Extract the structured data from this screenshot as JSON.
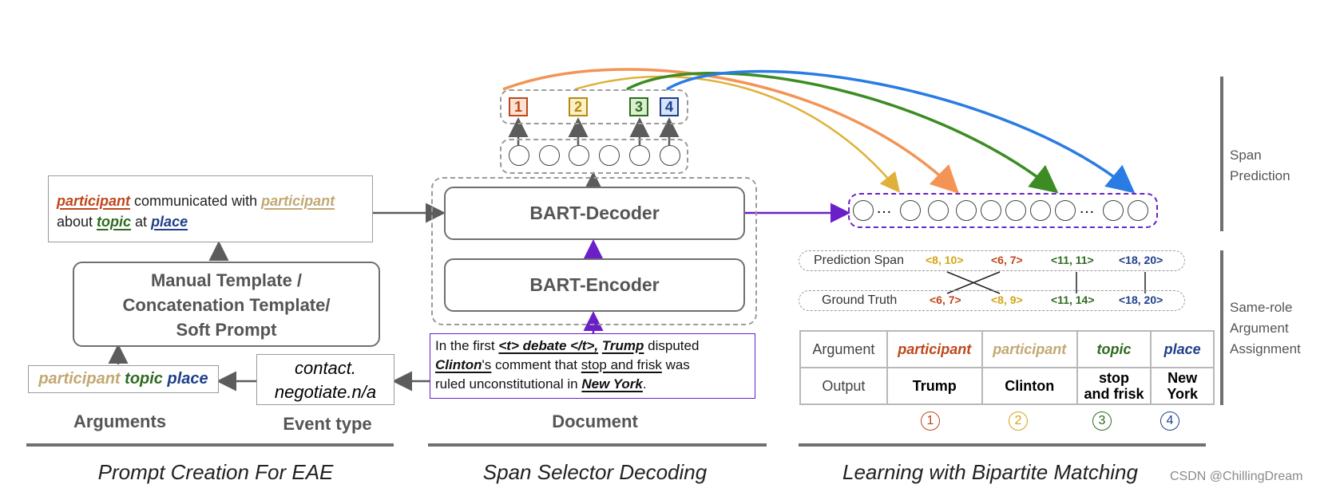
{
  "prompt": {
    "template_words": [
      {
        "text": "participant",
        "style": "orange-ul"
      },
      {
        "text": " communicated with ",
        "style": "plain"
      },
      {
        "text": "participant",
        "style": "tan-ul"
      }
    ],
    "template_line2": [
      {
        "text": "about ",
        "style": "plain"
      },
      {
        "text": "topic",
        "style": "green-ul"
      },
      {
        "text": " at ",
        "style": "plain"
      },
      {
        "text": "place",
        "style": "blue-ul"
      }
    ],
    "template_type_line1": "Manual Template /",
    "template_type_line2": "Concatenation Template/",
    "template_type_line3": "Soft Prompt",
    "arguments": {
      "participant": "participant",
      "topic": "topic",
      "place": "place"
    },
    "event_type_line1": "contact.",
    "event_type_line2": "negotiate.n/a",
    "label_arguments": "Arguments",
    "label_event_type": "Event type",
    "section_title": "Prompt Creation For EAE"
  },
  "decoder": {
    "decoder_label": "BART-Decoder",
    "encoder_label": "BART-Encoder",
    "document": {
      "p1": "In the first ",
      "p2": "<t> debate </t>,",
      "p3": " ",
      "p4": "Trump",
      "p5": " disputed",
      "p6": "Clinton",
      "p7": "'s",
      "p8": " comment that ",
      "p9": "stop and frisk",
      "p10": " was",
      "p11": "ruled unconstitutional  in ",
      "p12": "New York",
      "p13": "."
    },
    "label_document": "Document",
    "section_title": "Span Selector Decoding",
    "slot_numbers": [
      "1",
      "2",
      "3",
      "4"
    ]
  },
  "matching": {
    "span_prediction_line1": "Span",
    "span_prediction_line2": "Prediction",
    "prediction_span_label": "Prediction Span",
    "prediction_spans": [
      "<8, 10>",
      "<6, 7>",
      "<11, 11>",
      "<18, 20>"
    ],
    "ground_truth_label": "Ground Truth",
    "ground_truth_spans": [
      "<6, 7>",
      "<8, 9>",
      "<11, 14>",
      "<18, 20>"
    ],
    "ellipsis": "…",
    "same_role_line1": "Same-role",
    "same_role_line2": "Argument",
    "same_role_line3": "Assignment",
    "table": {
      "row1_header": "Argument",
      "row2_header": "Output",
      "arguments": [
        "participant",
        "participant",
        "topic",
        "place"
      ],
      "outputs_line1": [
        "Trump",
        "Clinton",
        "stop",
        "New"
      ],
      "outputs_line2": [
        "",
        "",
        "and frisk",
        "York"
      ]
    },
    "circled_numbers": [
      "1",
      "2",
      "3",
      "4"
    ],
    "section_title": "Learning with Bipartite Matching"
  },
  "watermark": "CSDN @ChillingDream",
  "colors": {
    "orange": "#f39456",
    "gold": "#e0b13a",
    "green": "#3c8c23",
    "blue": "#2a7be4",
    "purple": "#6a1fc9",
    "gray": "#6f6f6f"
  }
}
